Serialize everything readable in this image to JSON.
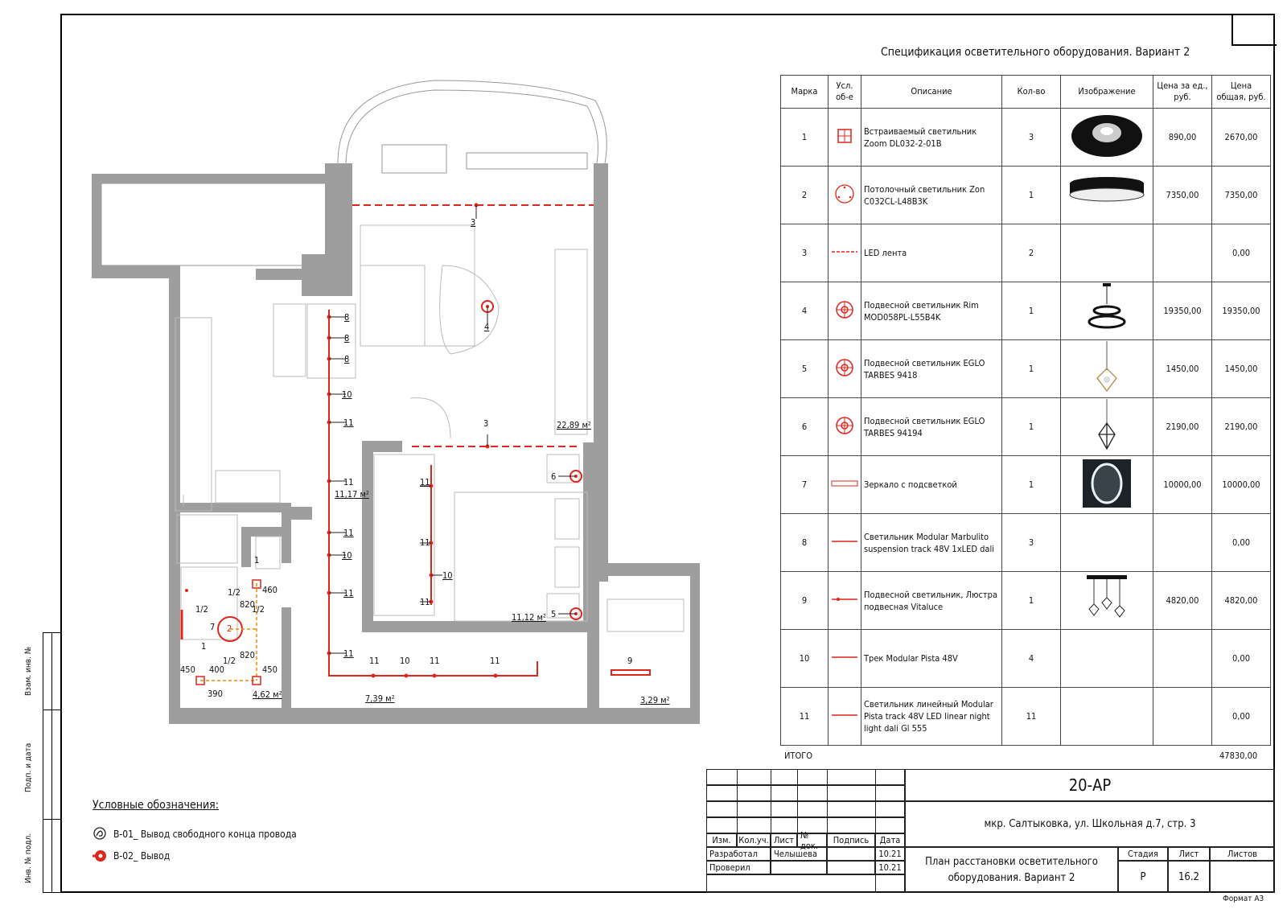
{
  "spec": {
    "title": "Спецификация осветительного оборудования. Вариант 2",
    "headers": [
      "Марка",
      "Усл. об-е",
      "Описание",
      "Кол-во",
      "Изображение",
      "Цена за ед., руб.",
      "Цена общая, руб."
    ],
    "rows": [
      {
        "mark": "1",
        "desc": "Встраиваемый светильник Zoom DL032-2-01B",
        "qty": "3",
        "unit": "890,00",
        "total": "2670,00",
        "symbol": "recessed-square-icon",
        "image": "black-downlight"
      },
      {
        "mark": "2",
        "desc": "Потолочный светильник Zon C032CL-L48B3K",
        "qty": "1",
        "unit": "7350,00",
        "total": "7350,00",
        "symbol": "ceiling-circle-icon",
        "image": "black-ceiling-drum"
      },
      {
        "mark": "3",
        "desc": "LED лента",
        "qty": "2",
        "unit": "",
        "total": "0,00",
        "symbol": "dashed-line-icon",
        "image": ""
      },
      {
        "mark": "4",
        "desc": "Подвесной светильник Rim MOD058PL-L55B4K",
        "qty": "1",
        "unit": "19350,00",
        "total": "19350,00",
        "symbol": "pendant-circle-icon",
        "image": "ring-chandelier"
      },
      {
        "mark": "5",
        "desc": "Подвесной светильник EGLO TARBES 9418",
        "qty": "1",
        "unit": "1450,00",
        "total": "1450,00",
        "symbol": "pendant-circle-icon",
        "image": "geometric-pendant"
      },
      {
        "mark": "6",
        "desc": "Подвесной светильник EGLO TARBES 94194",
        "qty": "1",
        "unit": "2190,00",
        "total": "2190,00",
        "symbol": "pendant-circle-icon",
        "image": "cage-pendant"
      },
      {
        "mark": "7",
        "desc": "Зеркало с подсветкой",
        "qty": "1",
        "unit": "10000,00",
        "total": "10000,00",
        "symbol": "mirror-bar-icon",
        "image": "lit-mirror"
      },
      {
        "mark": "8",
        "desc": "Светильник Modular Marbulito suspension track 48V 1xLED dali",
        "qty": "3",
        "unit": "",
        "total": "0,00",
        "symbol": "red-line-icon",
        "image": ""
      },
      {
        "mark": "9",
        "desc": "Подвесной светильник, Люстра подвесная Vitaluce",
        "qty": "1",
        "unit": "4820,00",
        "total": "4820,00",
        "symbol": "red-arrow-line-icon",
        "image": "triple-pendant"
      },
      {
        "mark": "10",
        "desc": "Трек Modular Pista 48V",
        "qty": "4",
        "unit": "",
        "total": "0,00",
        "symbol": "red-line-icon",
        "image": ""
      },
      {
        "mark": "11",
        "desc": "Светильник линейный Modular Pista track 48V LED linear night light dali Gl 555",
        "qty": "11",
        "unit": "",
        "total": "0,00",
        "symbol": "red-line-icon",
        "image": ""
      }
    ],
    "total_label": "ИТОГО",
    "total_value": "47830,00"
  },
  "plan": {
    "areas": [
      "22,89 м²",
      "11,17 м²",
      "11,12 м²",
      "7,39 м²",
      "4,62 м²",
      "3,29 м²"
    ],
    "labels": {
      "l3a": "3",
      "l3b": "3",
      "l4": "4",
      "l5": "5",
      "l6": "6",
      "l7": "7",
      "l9": "9",
      "l2": "2",
      "l8a": "8",
      "l8b": "8",
      "l8c": "8",
      "l10a": "10",
      "l10b": "10",
      "l10c": "10",
      "l10d": "10",
      "l11a": "11",
      "l11b": "11",
      "l11c": "11",
      "l11d": "11",
      "l11e": "11",
      "l11f": "11",
      "l11g": "11",
      "l11h": "11",
      "l11i": "11",
      "l11j": "11",
      "l11k": "11",
      "d460": "460",
      "d450a": "450",
      "d450b": "450",
      "d400": "400",
      "d390": "390",
      "d820a": "820",
      "d820b": "820",
      "h1a": "1/2",
      "h1b": "1/2",
      "h1c": "1/2",
      "h1d": "1/2",
      "n1a": "1",
      "n1b": "1"
    }
  },
  "legend": {
    "title": "Условные обозначения:",
    "item1": "В-01_ Вывод свободного конца провода",
    "item2": "В-02_ Вывод"
  },
  "stamp": {
    "code": "20-АР",
    "address": "мкр. Салтыковка, ул. Школьная д.7, стр. 3",
    "title_line1": "План расстановки осветительного",
    "title_line2": "оборудования. Вариант 2",
    "cols": [
      "Изм.",
      "Кол.уч.",
      "Лист",
      "№ док.",
      "Подпись",
      "Дата"
    ],
    "dev_label": "Разработал",
    "dev_name": "Челышева",
    "dev_date": "10.21",
    "check_label": "Проверил",
    "check_date": "10.21",
    "stage_label": "Стадия",
    "sheet_label": "Лист",
    "sheets_label": "Листов",
    "stage": "Р",
    "sheet": "16.2",
    "format": "Формат А3"
  },
  "side": {
    "inv_orig": "Инв. № подл.",
    "sign_date": "Подп. и дата",
    "replace_inv": "Взам. инв. №"
  }
}
